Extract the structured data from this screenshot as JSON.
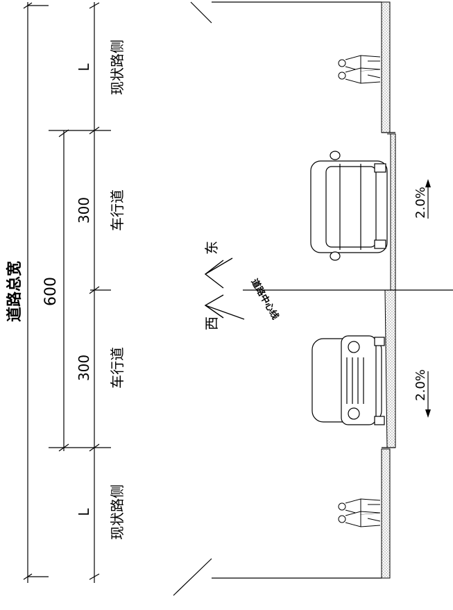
{
  "drawing": {
    "title": "道路总宽",
    "total_width": "600",
    "lanes": [
      {
        "dim": "L",
        "label": "现状路侧"
      },
      {
        "dim": "300",
        "label": "车行道"
      },
      {
        "dim": "300",
        "label": "车行道"
      },
      {
        "dim": "L",
        "label": "现状路侧"
      }
    ],
    "centerline_label": "道路中心线",
    "directions": {
      "east": "东",
      "west": "西"
    },
    "slopes": [
      "2.0%",
      "2.0%"
    ]
  },
  "colors": {
    "line": "#000000",
    "hatch": "#bdbdbd"
  }
}
